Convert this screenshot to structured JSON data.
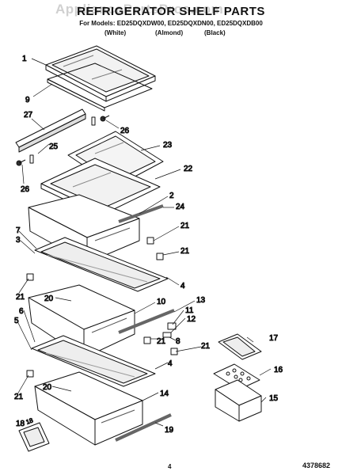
{
  "header": {
    "watermark": "AppliancePartsPros.com",
    "title": "REFRIGERATOR SHELF PARTS",
    "models_line": "For Models: ED25DQXDW00, ED25DQXDN00, ED25DQXDB00",
    "colors": [
      "(White)",
      "(Almond)",
      "(Black)"
    ]
  },
  "callouts": [
    "1",
    "9",
    "27",
    "26",
    "25",
    "23",
    "22",
    "26",
    "2",
    "24",
    "7",
    "3",
    "21",
    "21",
    "4",
    "21",
    "20",
    "10",
    "13",
    "11",
    "12",
    "5",
    "6",
    "8",
    "21",
    "17",
    "21",
    "4",
    "16",
    "20",
    "14",
    "15",
    "21",
    "18",
    "19"
  ],
  "decal_text": "18",
  "footer": {
    "page_number": "4",
    "part_code": "4378682"
  }
}
